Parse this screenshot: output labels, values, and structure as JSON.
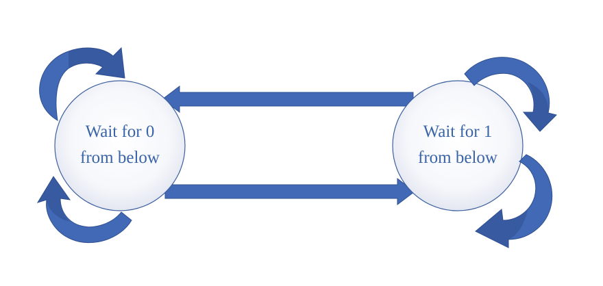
{
  "diagram": {
    "states": [
      {
        "id": "wait0",
        "line1": "Wait for 0",
        "line2": "from below"
      },
      {
        "id": "wait1",
        "line1": "Wait for 1",
        "line2": "from below"
      }
    ],
    "transitions": [
      {
        "from": "wait1",
        "to": "wait0"
      },
      {
        "from": "wait0",
        "to": "wait1"
      }
    ],
    "self_loops": [
      {
        "state": "wait0",
        "position": "top-left"
      },
      {
        "state": "wait0",
        "position": "bottom-left"
      },
      {
        "state": "wait1",
        "position": "top-right"
      },
      {
        "state": "wait1",
        "position": "bottom-right"
      }
    ]
  },
  "colors": {
    "arrow_fill": "#4169b6",
    "arrow_dark": "#2f4f8f",
    "circle_stroke": "#3d5f9f",
    "circle_fill_center": "#ffffff",
    "circle_fill_edge": "#e6e9f2",
    "text": "#3a64a8"
  }
}
